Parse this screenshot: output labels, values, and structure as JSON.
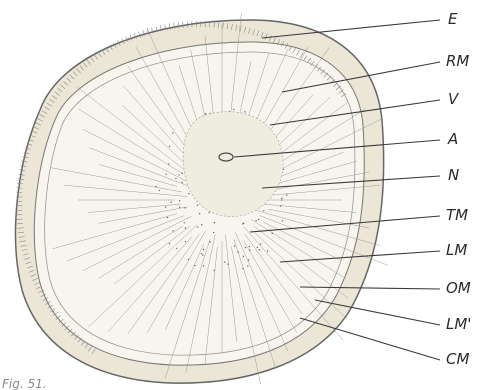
{
  "figure": {
    "caption": "Fig. 51.",
    "labels": [
      "E",
      "RM",
      "V",
      "A",
      "N",
      "TM",
      "LM",
      "OM",
      "LM'",
      "CM"
    ]
  }
}
